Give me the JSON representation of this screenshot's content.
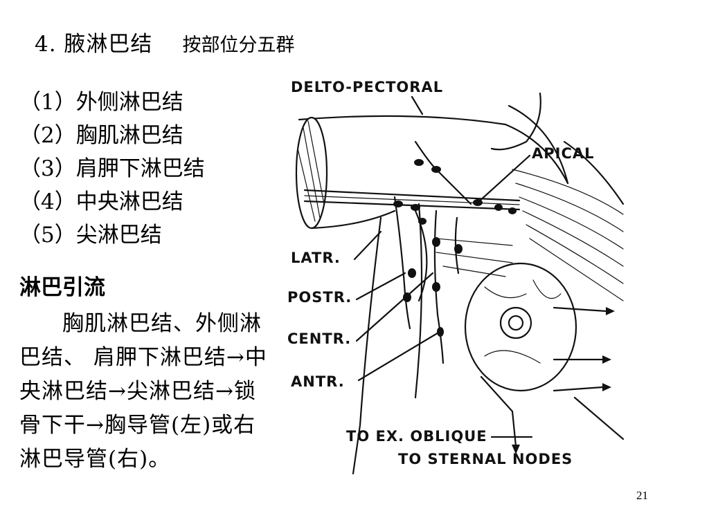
{
  "title": {
    "heading": "4. 腋淋巴结",
    "subheading": "按部位分五群"
  },
  "groups": [
    "（1）外侧淋巴结",
    "（2）胸肌淋巴结",
    "（3）肩胛下淋巴结",
    "（4）中央淋巴结",
    "（5）尖淋巴结"
  ],
  "drainage": {
    "heading": "淋巴引流",
    "text": "胸肌淋巴结、外侧淋巴结、 肩胛下淋巴结→中央淋巴结→尖淋巴结→锁骨下干→胸导管(左)或右淋巴导管(右)。"
  },
  "figure": {
    "labels": {
      "delto_pectoral": "DELTO-PECTORAL",
      "apical": "APICAL",
      "latr": "LATR.",
      "postr": "POSTR.",
      "centr": "CENTR.",
      "antr": "ANTR.",
      "to_ex_oblique": "TO EX. OBLIQUE",
      "to_sternal_nodes": "TO STERNAL NODES"
    }
  },
  "page_number": "21"
}
